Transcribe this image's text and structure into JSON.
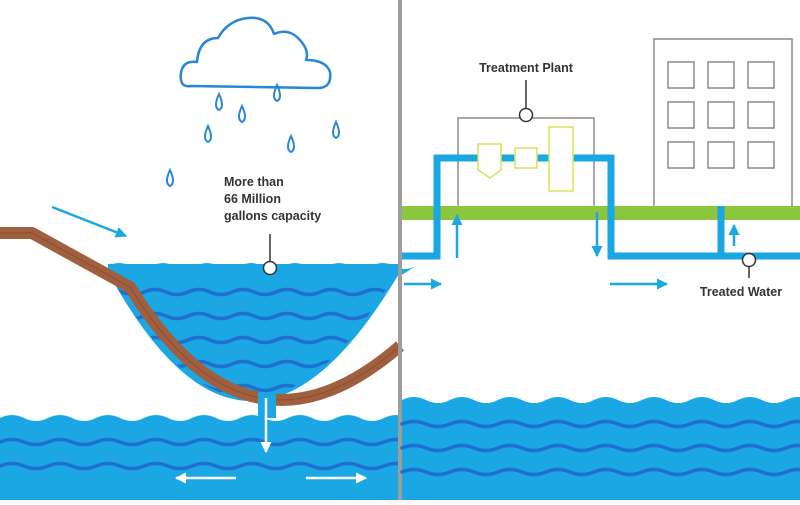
{
  "left_panel": {
    "capacity_label": {
      "line1": "More than",
      "line2": "66 Million",
      "line3": "gallons capacity"
    }
  },
  "right_panel": {
    "plant_label": "Treatment Plant",
    "output_label": "Treated Water"
  },
  "colors": {
    "water": "#1aa7e3",
    "water_wave": "#1e6fd0",
    "basin": "#a0603f",
    "ground": "#8cc63f",
    "outline": "#8a8a8a",
    "plant_equipment": "#d8e05a",
    "cloud": "#2a86d9",
    "divider": "#9e9e9e"
  },
  "icons": [
    "cloud-icon",
    "raindrop-icon",
    "arrow-icon",
    "pin-marker-icon",
    "building-icon"
  ]
}
